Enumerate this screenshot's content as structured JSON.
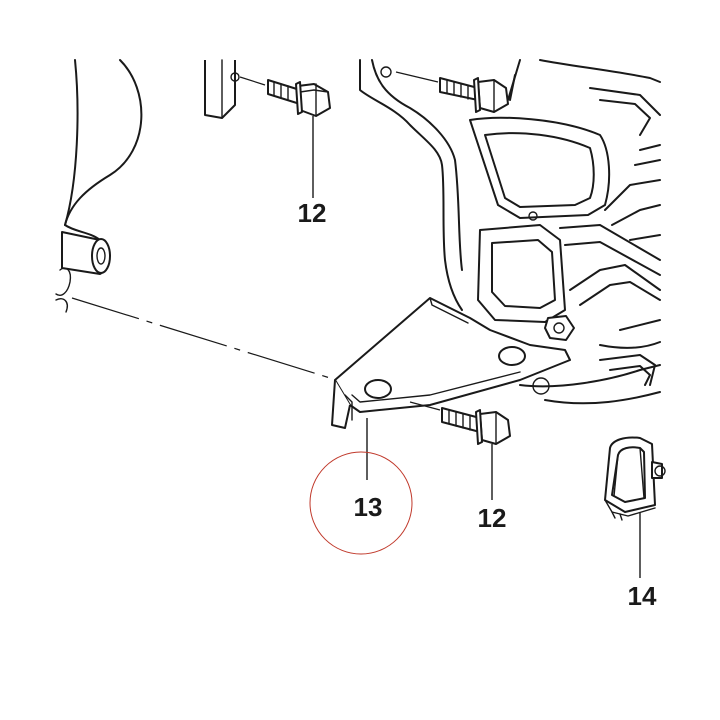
{
  "callouts": {
    "bolt_top_left": "12",
    "bolt_bottom": "12",
    "bracket": "13",
    "clip": "14"
  },
  "colors": {
    "line": "#1a1a1a",
    "highlight_circle": "#c0392b",
    "background": "#ffffff"
  }
}
